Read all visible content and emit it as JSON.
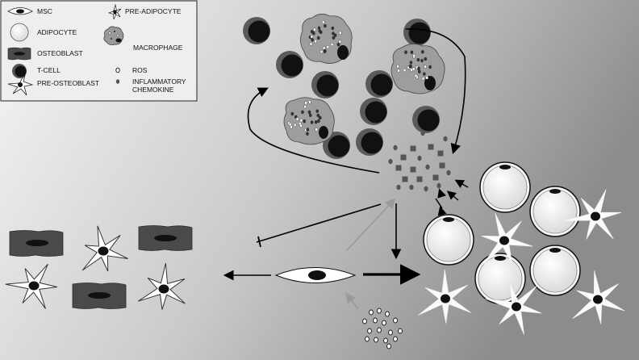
{
  "legend": {
    "items": [
      {
        "key": "msc",
        "label": "MSC"
      },
      {
        "key": "pre-adipocyte",
        "label": "PRE-ADIPOCYTE"
      },
      {
        "key": "adipocyte",
        "label": "ADIPOCYTE"
      },
      {
        "key": "macrophage",
        "label": "MACROPHAGE"
      },
      {
        "key": "osteoblast",
        "label": "OSTEOBLAST"
      },
      {
        "key": "t-cell",
        "label": "T-CELL"
      },
      {
        "key": "ros",
        "label": "ROS"
      },
      {
        "key": "pre-osteoblast",
        "label": "PRE-OSTEOBLAST"
      },
      {
        "key": "inflammatory-chemokine",
        "label_line1": "INFLAMMATORY",
        "label_line2": "CHEMOKINE"
      }
    ]
  },
  "colors": {
    "background_light": "#f4f4f4",
    "background_dark": "#8a8a8a",
    "osteoblast": "#4a4a4a",
    "nucleus": "#111111",
    "tcell_shell": "#555555",
    "macrophage": "#9a9a9a",
    "chemokine": "#555555"
  }
}
